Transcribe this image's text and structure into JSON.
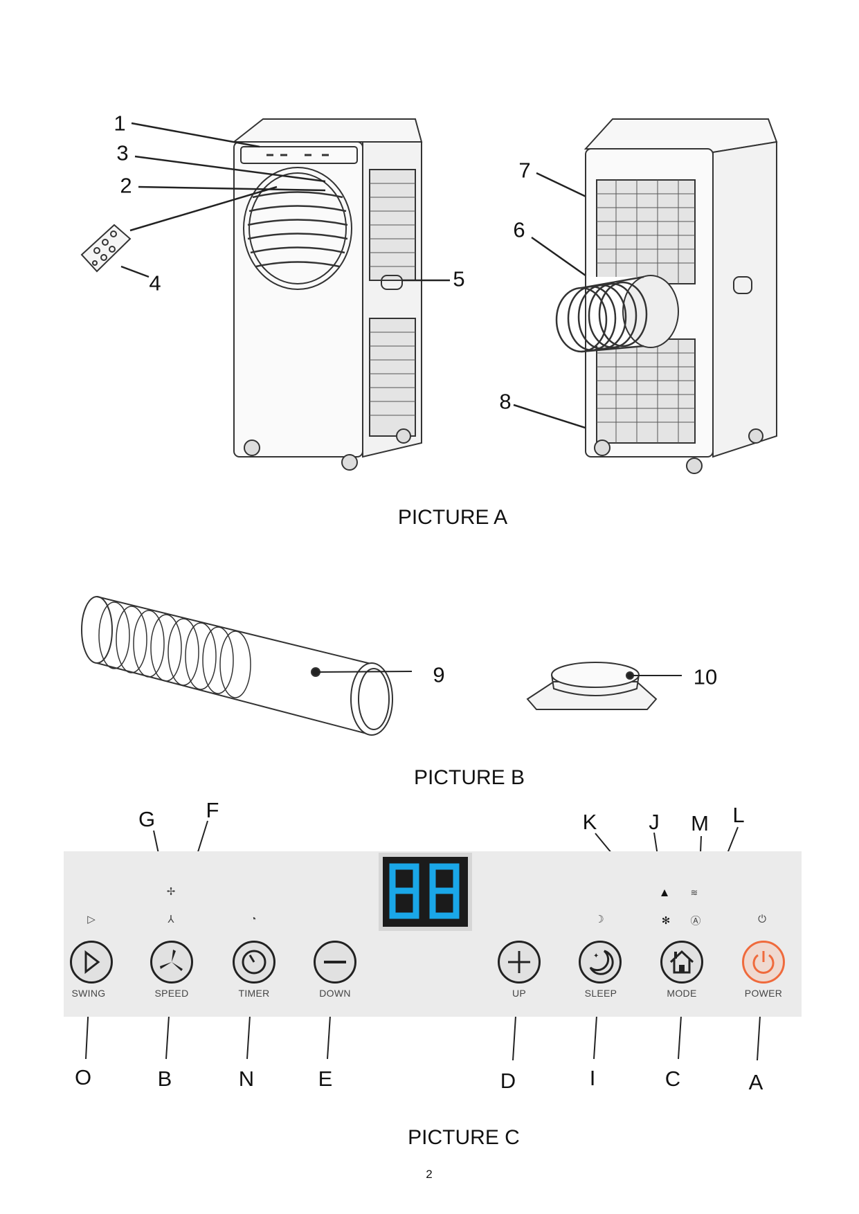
{
  "picture_a": {
    "caption": "PICTURE A",
    "callouts": [
      "1",
      "2",
      "3",
      "4",
      "5",
      "6",
      "7",
      "8"
    ]
  },
  "picture_b": {
    "caption": "PICTURE B",
    "callouts": [
      "9",
      "10"
    ]
  },
  "picture_c": {
    "caption": "PICTURE C",
    "display_value": "88",
    "display_color": "#1aa7e8",
    "accent_power": "#ef6a3c",
    "buttons": [
      {
        "label": "SWING",
        "letter": "O",
        "icon": "swing-icon"
      },
      {
        "label": "SPEED",
        "letter": "B",
        "icon": "fan-icon"
      },
      {
        "label": "TIMER",
        "letter": "N",
        "icon": "timer-icon"
      },
      {
        "label": "DOWN",
        "letter": "E",
        "icon": "minus-icon"
      },
      {
        "label": "UP",
        "letter": "D",
        "icon": "plus-icon"
      },
      {
        "label": "SLEEP",
        "letter": "I",
        "icon": "moon-icon"
      },
      {
        "label": "MODE",
        "letter": "C",
        "icon": "home-icon"
      },
      {
        "label": "POWER",
        "letter": "A",
        "icon": "power-icon"
      }
    ],
    "indicator_letters": {
      "G": "G",
      "F": "F",
      "K": "K",
      "J": "J",
      "M": "M",
      "L": "L"
    }
  },
  "page_number": "2"
}
